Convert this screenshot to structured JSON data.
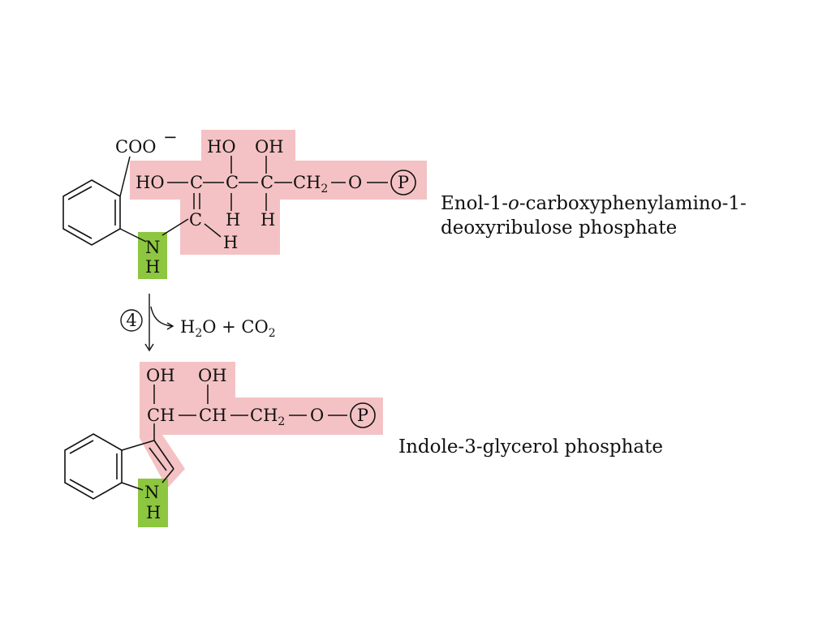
{
  "colors": {
    "ribose_highlight": "#f4c2c4",
    "nitrogen_highlight": "#8dc63f",
    "ink": "#111111"
  },
  "top_molecule": {
    "coo": "COO",
    "coo_charge": "−",
    "ho1": "HO",
    "oh1": "OH",
    "ho_left": "HO",
    "c1": "C",
    "c2": "C",
    "c3": "C",
    "ch2": "CH",
    "ch2_sub": "2",
    "o": "O",
    "p": "P",
    "c_enol": "C",
    "h_enol": "H",
    "h_c2": "H",
    "h_c3": "H",
    "n": "N",
    "nh": "H",
    "name_line1_a": "Enol-1-",
    "name_line1_italic": "o",
    "name_line1_b": "-carboxyphenylamino-1-",
    "name_line2": "deoxyribulose phosphate"
  },
  "reaction": {
    "step": "4",
    "h2o_a": "H",
    "h2o_sub": "2",
    "h2o_b": "O + CO",
    "co2_sub": "2"
  },
  "bottom_molecule": {
    "oh1": "OH",
    "oh2": "OH",
    "ch1": "CH",
    "ch2": "CH",
    "ch2b": "CH",
    "ch2b_sub": "2",
    "o": "O",
    "p": "P",
    "n": "N",
    "nh": "H",
    "name": "Indole-3-glycerol phosphate"
  }
}
